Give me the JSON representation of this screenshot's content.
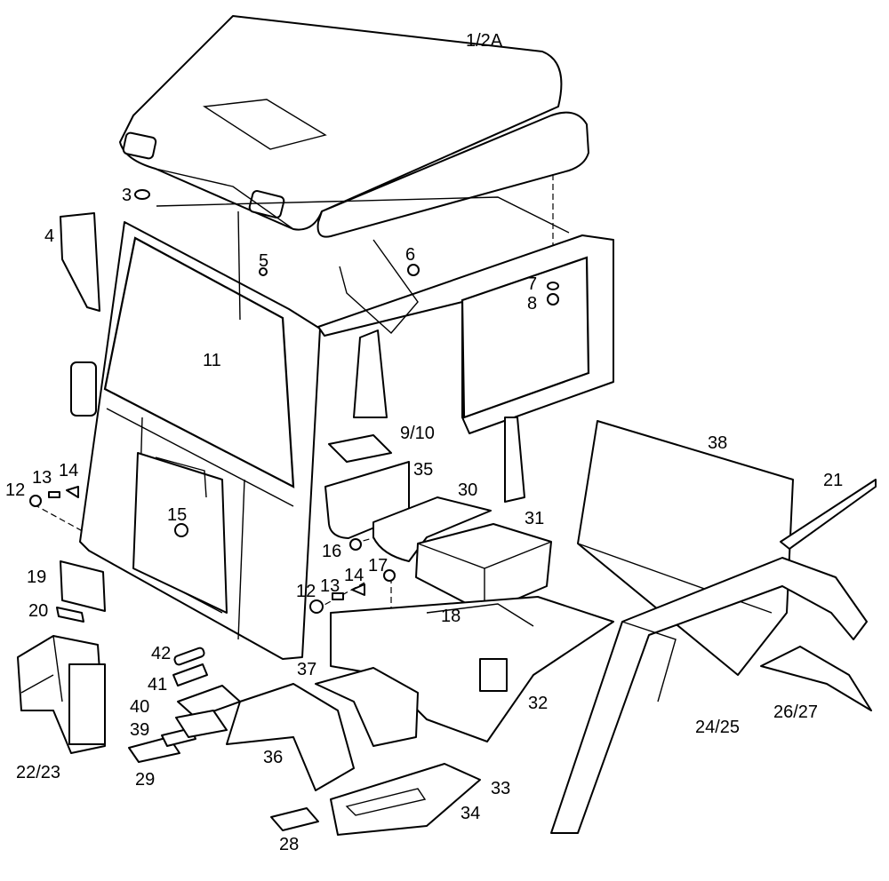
{
  "callouts": {
    "c1_2a": "1/2A",
    "c3": "3",
    "c4": "4",
    "c5": "5",
    "c6": "6",
    "c7": "7",
    "c8": "8",
    "c9_10": "9/10",
    "c11": "11",
    "c12a": "12",
    "c13a": "13",
    "c14a": "14",
    "c12b": "12",
    "c13b": "13",
    "c14b": "14",
    "c15": "15",
    "c16": "16",
    "c17": "17",
    "c18": "18",
    "c19": "19",
    "c20": "20",
    "c21": "21",
    "c22_23": "22/23",
    "c24_25": "24/25",
    "c26_27": "26/27",
    "c28": "28",
    "c29": "29",
    "c30": "30",
    "c31": "31",
    "c32": "32",
    "c33": "33",
    "c34": "34",
    "c35": "35",
    "c36": "36",
    "c37": "37",
    "c38": "38",
    "c39": "39",
    "c40": "40",
    "c41": "41",
    "c42": "42"
  }
}
